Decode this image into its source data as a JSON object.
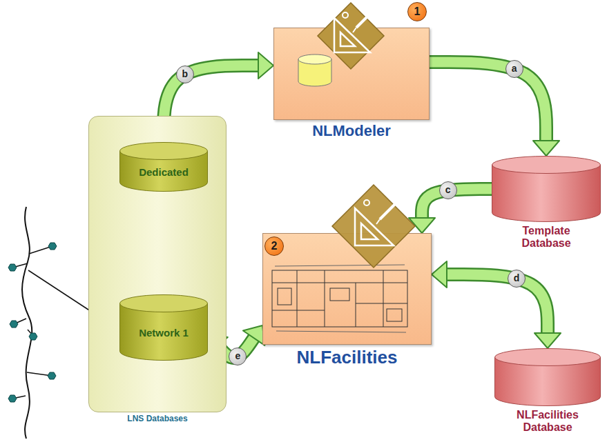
{
  "diagram": {
    "nodes": [
      {
        "text": [
          "LNS Databases"
        ]
      },
      {
        "text": [
          "Dedicated"
        ],
        "in": 0
      },
      {
        "text": [
          "Network 1"
        ],
        "in": 0
      },
      {
        "text": [
          "NLModeler"
        ]
      },
      {
        "text": [
          "Template Database"
        ]
      },
      {
        "text": [
          "NLFacilities"
        ]
      },
      {
        "text": [
          "NLFacilities Database"
        ]
      }
    ],
    "edges": [
      {
        "from": 3,
        "to": 4,
        "label": "a",
        "arrow": "to"
      },
      {
        "from": 1,
        "to": 3,
        "label": "b",
        "arrow": "to"
      },
      {
        "from": 4,
        "to": 5,
        "label": "c",
        "arrow": "to"
      },
      {
        "from": 5,
        "to": 6,
        "label": "d",
        "arrow": "both"
      },
      {
        "from": 5,
        "to": 2,
        "label": "e",
        "arrow": "both"
      }
    ],
    "labels": [
      "1",
      "2"
    ]
  }
}
